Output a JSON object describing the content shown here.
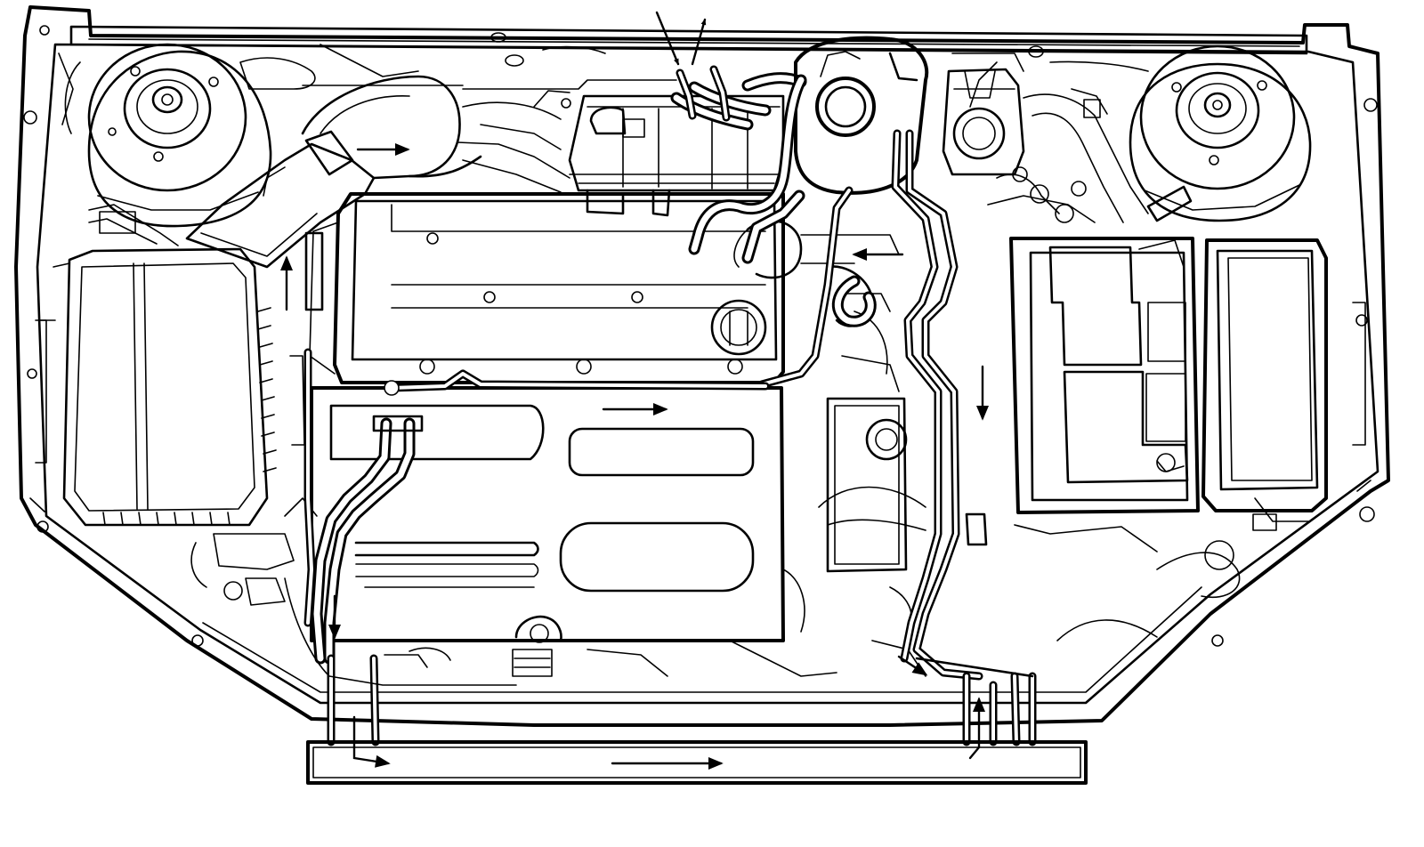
{
  "figure": {
    "kind": "engine-bay-line-drawing",
    "view": "top",
    "line_color": "#000000",
    "background_color": "#ffffff"
  },
  "flow_arrows": [
    {
      "id": "vent-in",
      "direction": "down"
    },
    {
      "id": "vent-out",
      "direction": "up"
    },
    {
      "id": "intake-elbow",
      "direction": "right"
    },
    {
      "id": "left-pipe-up",
      "direction": "up"
    },
    {
      "id": "valve-cover",
      "direction": "right"
    },
    {
      "id": "return-left",
      "direction": "left"
    },
    {
      "id": "right-pipe-down",
      "direction": "down"
    },
    {
      "id": "left-hose-down",
      "direction": "down"
    },
    {
      "id": "cooler-inlet",
      "direction": "right"
    },
    {
      "id": "cooler-middle",
      "direction": "right"
    },
    {
      "id": "cooler-outlet",
      "direction": "up"
    },
    {
      "id": "lower-right-hose",
      "direction": "right"
    }
  ]
}
